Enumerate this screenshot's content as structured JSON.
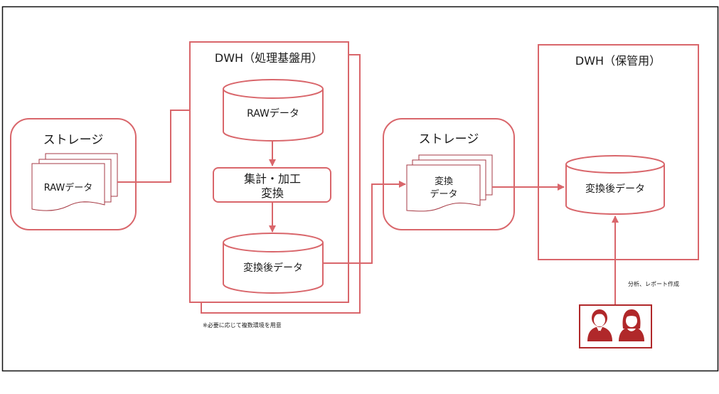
{
  "colors": {
    "accent": "#d9666b",
    "icon": "#b0282a",
    "frame": "#111111",
    "text": "#1a1a1a"
  },
  "storage_left": {
    "title": "ストレージ",
    "file_label": "RAWデータ"
  },
  "dwh_processing": {
    "title": "DWH（処理基盤用）",
    "raw_db_label": "RAWデータ",
    "process_line1": "集計・加工",
    "process_line2": "変換",
    "converted_db_label": "変換後データ",
    "note": "※必要に応じて複数環境を用意"
  },
  "storage_mid": {
    "title": "ストレージ",
    "file_line1": "変換",
    "file_line2": "データ"
  },
  "dwh_archive": {
    "title": "DWH（保管用）",
    "db_label": "変換後データ"
  },
  "users": {
    "action_label": "分析、レポート作成",
    "icons": [
      "male-user-icon",
      "female-user-icon"
    ]
  }
}
